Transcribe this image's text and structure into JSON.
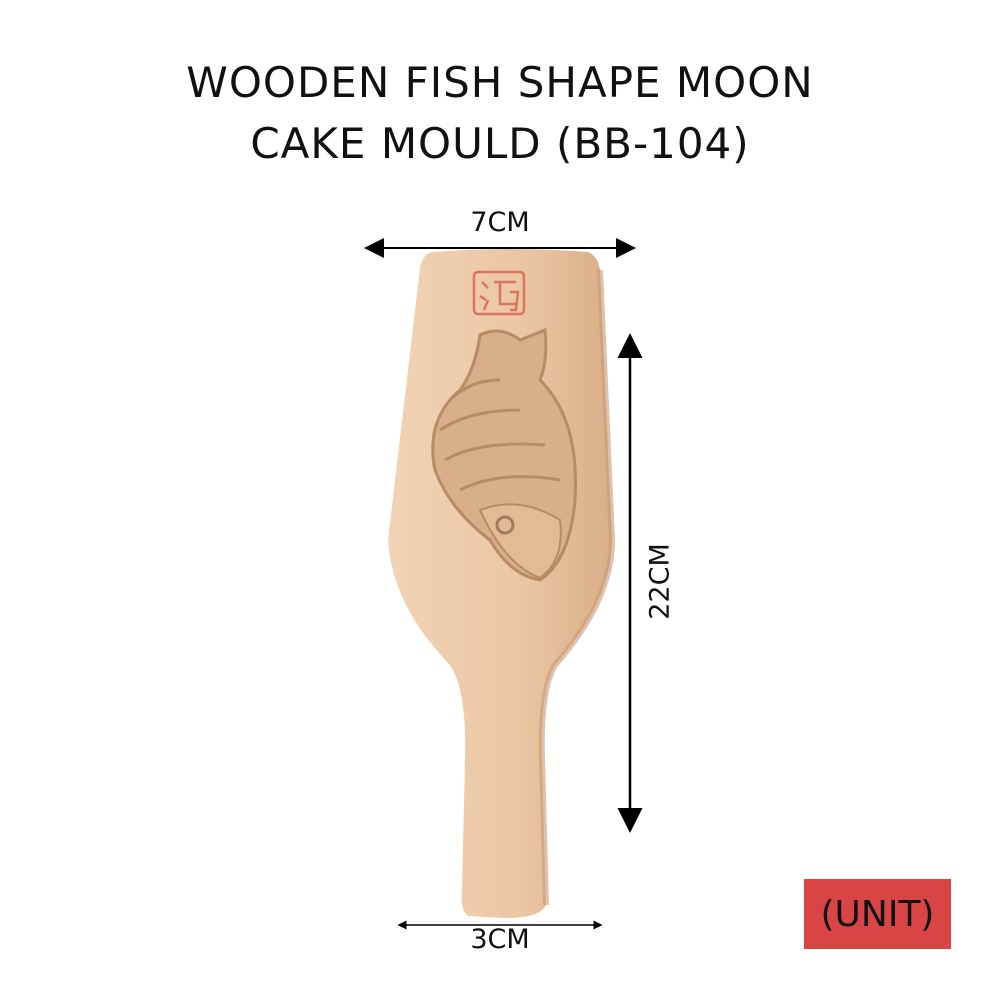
{
  "title": {
    "line1": "WOODEN FISH SHAPE MOON",
    "line2": "CAKE MOULD (BB-104)"
  },
  "dimensions": {
    "width_top": "7CM",
    "length": "22CM",
    "width_handle": "3CM"
  },
  "badge": {
    "label": "(UNIT)",
    "color": "#d94545"
  },
  "stamp": {
    "glyph": "鸿",
    "color": "#d9755f"
  },
  "colors": {
    "wood": "#ecc9a8",
    "wood_shadow": "#d8ab86"
  }
}
